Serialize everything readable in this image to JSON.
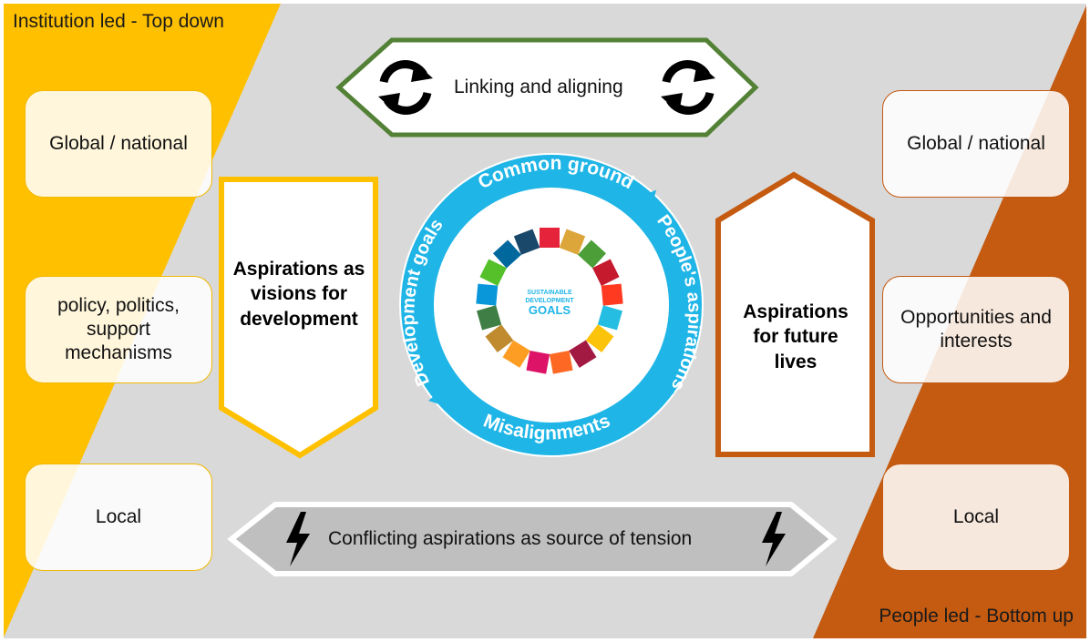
{
  "corners": {
    "top_left": "Institution led - Top down",
    "bottom_right": "People led - Bottom up"
  },
  "left_boxes": [
    "Global / national",
    "policy, politics, support mechanisms",
    "Local"
  ],
  "right_boxes": [
    "Global / national",
    "Opportunities and interests",
    "Local"
  ],
  "top_banner": {
    "label": "Linking and aligning",
    "icon": "sync-arrows-icon"
  },
  "bottom_banner": {
    "label": "Conflicting aspirations as source of tension",
    "icon": "lightning-bolt-icon"
  },
  "left_arrow": {
    "lines": [
      "Aspirations as",
      "visions for",
      "development"
    ]
  },
  "right_arrow": {
    "lines": [
      "Aspirations",
      "for future",
      "lives"
    ]
  },
  "ring": {
    "top": "Common ground",
    "right": "People's aspirations",
    "bottom": "Misalignments",
    "left": "Development goals"
  },
  "sdg_logo": {
    "lines": [
      "SUSTAINABLE",
      "DEVELOPMENT",
      "GOALS"
    ]
  },
  "colors": {
    "background": "#d9d9d9",
    "institution": "#ffc000",
    "people": "#c55a11",
    "ring": "#1fb5e6",
    "top_banner_border": "#538135",
    "left_arrow_border": "#ffc000",
    "right_arrow_border": "#c55a11",
    "sdg": [
      "#e5243b",
      "#dda63a",
      "#4c9f38",
      "#c5192d",
      "#ff3a21",
      "#26bde2",
      "#fcc30b",
      "#a21942",
      "#fd6925",
      "#dd1367",
      "#fd9d24",
      "#bf8b2e",
      "#3f7e44",
      "#0a97d9",
      "#56c02b",
      "#00689d",
      "#19486a"
    ]
  }
}
